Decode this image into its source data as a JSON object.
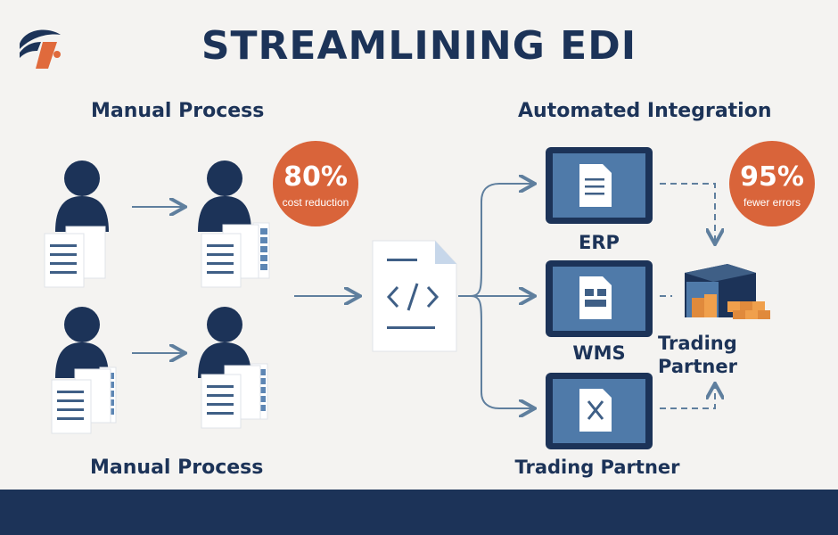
{
  "header": {
    "title": "STREAMLINING EDI"
  },
  "sections": {
    "manual_top": "Manual Process",
    "manual_bottom": "Manual Process",
    "automated": "Automated Integration"
  },
  "systems": {
    "erp": "ERP",
    "wms": "WMS",
    "trading_partner_bottom": "Trading Partner",
    "trading_partner_right_line1": "Trading",
    "trading_partner_right_line2": "Partner"
  },
  "badges": {
    "cost": {
      "value": "80%",
      "caption": "cost reduction"
    },
    "errors": {
      "value": "95%",
      "caption": "fewer errors"
    }
  },
  "colors": {
    "navy": "#1c3358",
    "accent": "#d9643a",
    "monitor": "#4f7aa9",
    "arrow": "#5f7f9e"
  },
  "icons": {
    "logo": "brand-logo-icon",
    "person": "person-icon",
    "document": "document-icon",
    "code_document": "code-document-icon",
    "monitor": "monitor-icon",
    "warehouse": "warehouse-icon"
  }
}
